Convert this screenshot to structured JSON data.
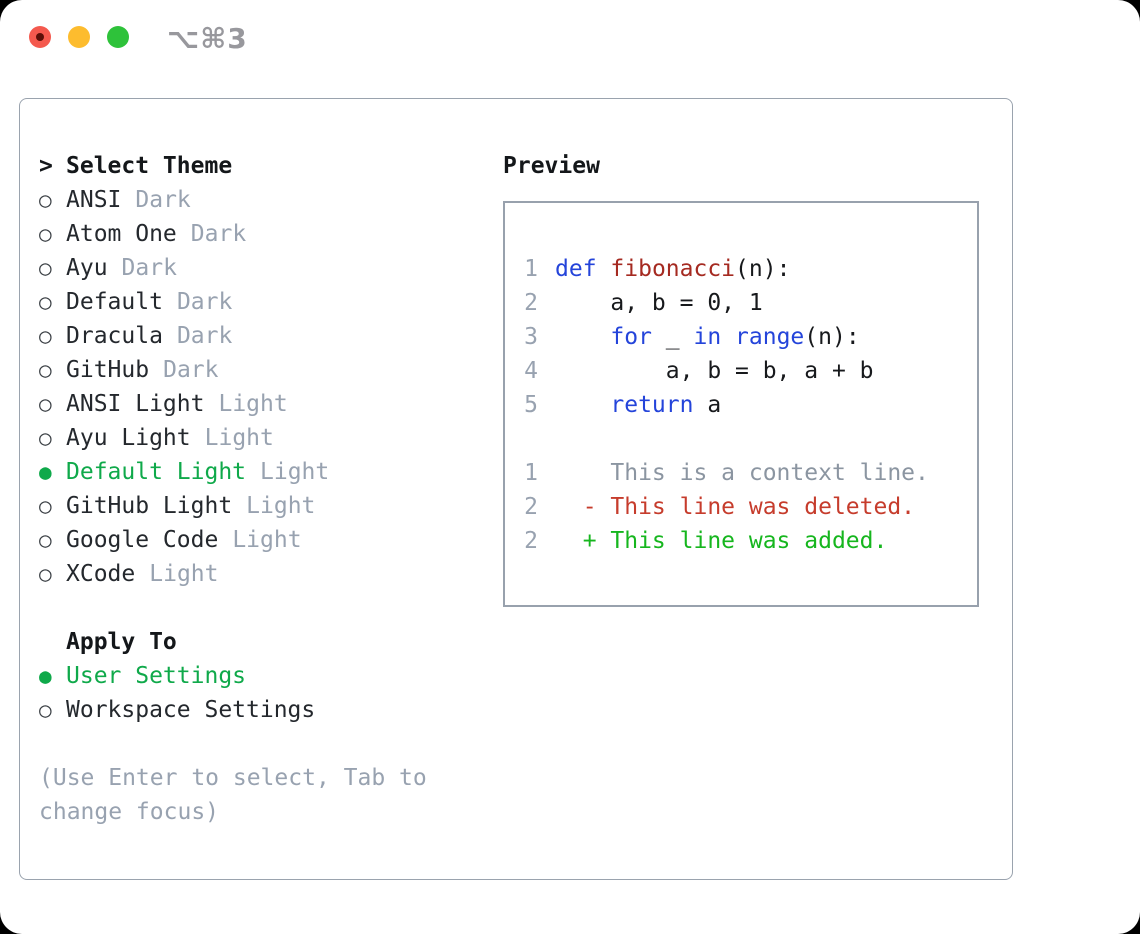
{
  "titlebar": {
    "shortcut_label": "⌥⌘3",
    "traffic_lights": [
      {
        "name": "close",
        "color": "#f4594e"
      },
      {
        "name": "minimize",
        "color": "#fdbc2e"
      },
      {
        "name": "maximize",
        "color": "#2ec23a"
      }
    ]
  },
  "theme_selector": {
    "header_prefix": ">",
    "header_label": "Select Theme",
    "unselected_glyph": "○",
    "selected_glyph": "●",
    "items": [
      {
        "label": "ANSI",
        "variant": "Dark",
        "selected": false
      },
      {
        "label": "Atom One",
        "variant": "Dark",
        "selected": false
      },
      {
        "label": "Ayu",
        "variant": "Dark",
        "selected": false
      },
      {
        "label": "Default",
        "variant": "Dark",
        "selected": false
      },
      {
        "label": "Dracula",
        "variant": "Dark",
        "selected": false
      },
      {
        "label": "GitHub",
        "variant": "Dark",
        "selected": false
      },
      {
        "label": "ANSI Light",
        "variant": "Light",
        "selected": false
      },
      {
        "label": "Ayu Light",
        "variant": "Light",
        "selected": false
      },
      {
        "label": "Default Light",
        "variant": "Light",
        "selected": true
      },
      {
        "label": "GitHub Light",
        "variant": "Light",
        "selected": false
      },
      {
        "label": "Google Code",
        "variant": "Light",
        "selected": false
      },
      {
        "label": "XCode",
        "variant": "Light",
        "selected": false
      }
    ]
  },
  "apply_to": {
    "header_label": "Apply To",
    "options": [
      {
        "label": "User Settings",
        "selected": true
      },
      {
        "label": "Workspace Settings",
        "selected": false
      }
    ]
  },
  "hint": "(Use Enter to select, Tab to change focus)",
  "preview": {
    "header_label": "Preview",
    "lines": [
      {
        "num": "1",
        "tokens": [
          {
            "text": "def",
            "cls": "kw"
          },
          {
            "text": " ",
            "cls": "plain"
          },
          {
            "text": "fibonacci",
            "cls": "fn"
          },
          {
            "text": "(n):",
            "cls": "plain"
          }
        ]
      },
      {
        "num": "2",
        "tokens": [
          {
            "text": "    a, b = 0, 1",
            "cls": "plain"
          }
        ]
      },
      {
        "num": "3",
        "tokens": [
          {
            "text": "    ",
            "cls": "plain"
          },
          {
            "text": "for",
            "cls": "kw"
          },
          {
            "text": " _ ",
            "cls": "plain"
          },
          {
            "text": "in",
            "cls": "kw"
          },
          {
            "text": " ",
            "cls": "plain"
          },
          {
            "text": "range",
            "cls": "kw"
          },
          {
            "text": "(n):",
            "cls": "plain"
          }
        ]
      },
      {
        "num": "4",
        "tokens": [
          {
            "text": "        a, b = b, a + b",
            "cls": "plain"
          }
        ]
      },
      {
        "num": "5",
        "tokens": [
          {
            "text": "    ",
            "cls": "plain"
          },
          {
            "text": "return",
            "cls": "kw"
          },
          {
            "text": " a",
            "cls": "plain"
          }
        ]
      },
      {
        "num": "",
        "tokens": []
      },
      {
        "num": "1",
        "tokens": [
          {
            "text": "    This is a context line.",
            "cls": "ctx"
          }
        ]
      },
      {
        "num": "2",
        "tokens": [
          {
            "text": "  - This line was deleted.",
            "cls": "del"
          }
        ]
      },
      {
        "num": "2",
        "tokens": [
          {
            "text": "  + This line was added.",
            "cls": "add"
          }
        ]
      }
    ]
  },
  "colors": {
    "selection_green": "#0fa94a",
    "diff_added_green": "#16b61e",
    "diff_deleted_red": "#c63c2c",
    "keyword_blue": "#2444da",
    "function_red": "#a52a21",
    "muted_gray": "#98a2b0",
    "context_gray": "#8b95a1",
    "text_black": "#1e2227",
    "border_gray": "#9aa3ae",
    "traffic_red": "#f4594e",
    "traffic_yellow": "#fdbc2e",
    "traffic_green": "#2ec23a"
  }
}
